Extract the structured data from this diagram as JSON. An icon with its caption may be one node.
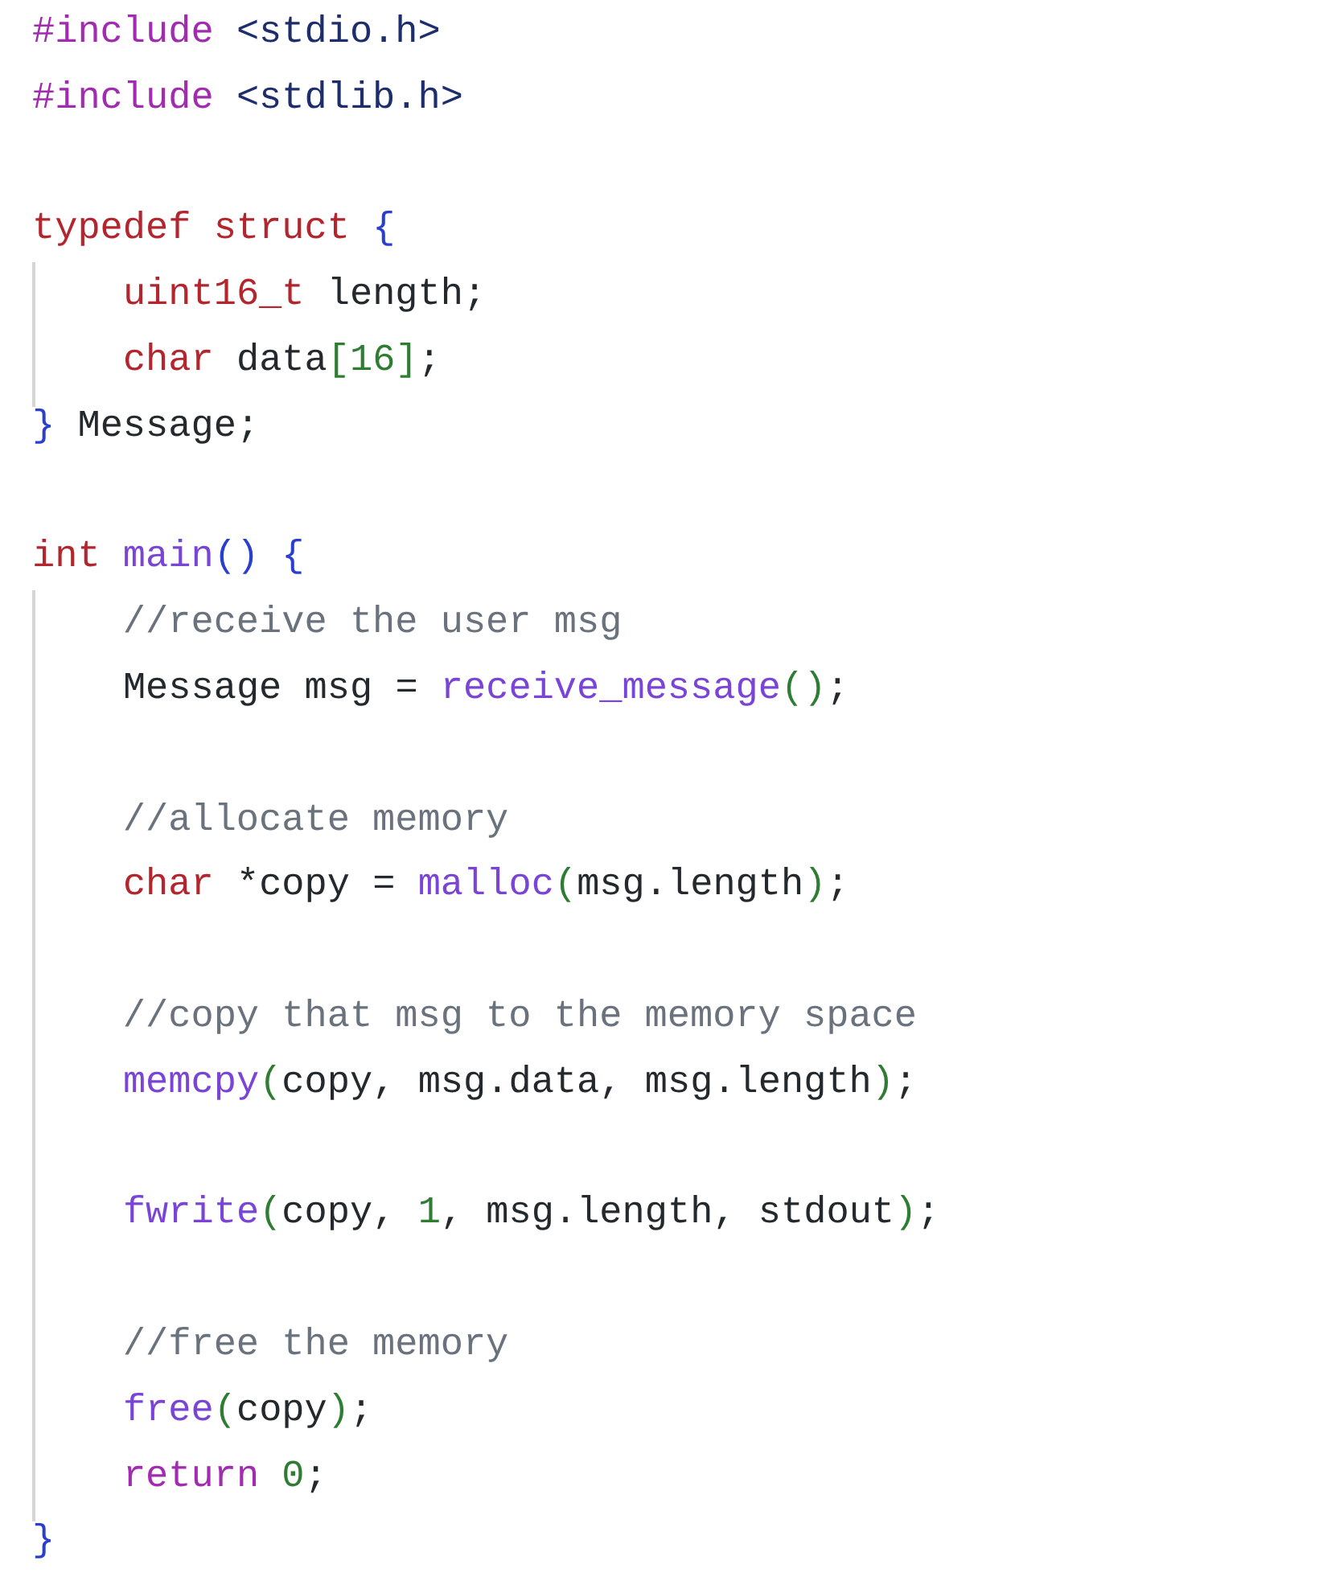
{
  "diagram": {
    "labels": [
      "#include <stdio.h>",
      "#include <stdlib.h>",
      "typedef struct {",
      "    uint16_t length;",
      "    char data[16];",
      "} Message;",
      "int main() {",
      "    //receive the user msg",
      "    Message msg = receive_message();",
      "    //allocate memory",
      "    char *copy = malloc(msg.length);",
      "    //copy that msg to the memory space",
      "    memcpy(copy, msg.data, msg.length);",
      "    fwrite(copy, 1, msg.length, stdout);",
      "    //free the memory",
      "    free(copy);",
      "    return 0;",
      "}"
    ]
  }
}
